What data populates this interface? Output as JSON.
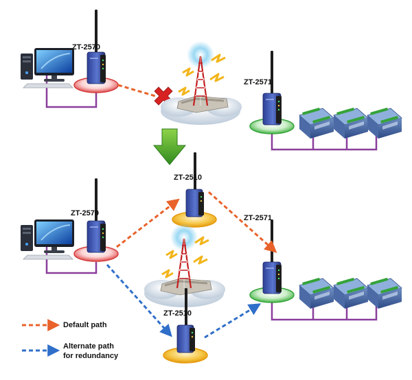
{
  "top": {
    "gateway_label": "ZT-2570",
    "router_label": "ZT-2571"
  },
  "bottom": {
    "gateway_label": "ZT-2570",
    "repeater_top_label": "ZT-2510",
    "repeater_bottom_label": "ZT-2510",
    "router_label": "ZT-2571"
  },
  "legend": {
    "default_path": "Default path",
    "alternate_path_line1": "Alternate path",
    "alternate_path_line2": "for redundancy"
  },
  "colors": {
    "default_path": "#e8622a",
    "alternate_path": "#2f6fc9",
    "wire": "#8a3d9b",
    "coordinator_disc": "#e04a4a",
    "router_disc": "#3fb23f",
    "repeater_disc": "#f2b51a",
    "fail_cross": "#d82222",
    "down_arrow": "#3a9a2a"
  },
  "icons": [
    "desktop-computer-icon",
    "zigbee-device-icon",
    "io-module-icon",
    "radio-tower-icon",
    "fail-cross-icon",
    "down-arrow-icon"
  ]
}
